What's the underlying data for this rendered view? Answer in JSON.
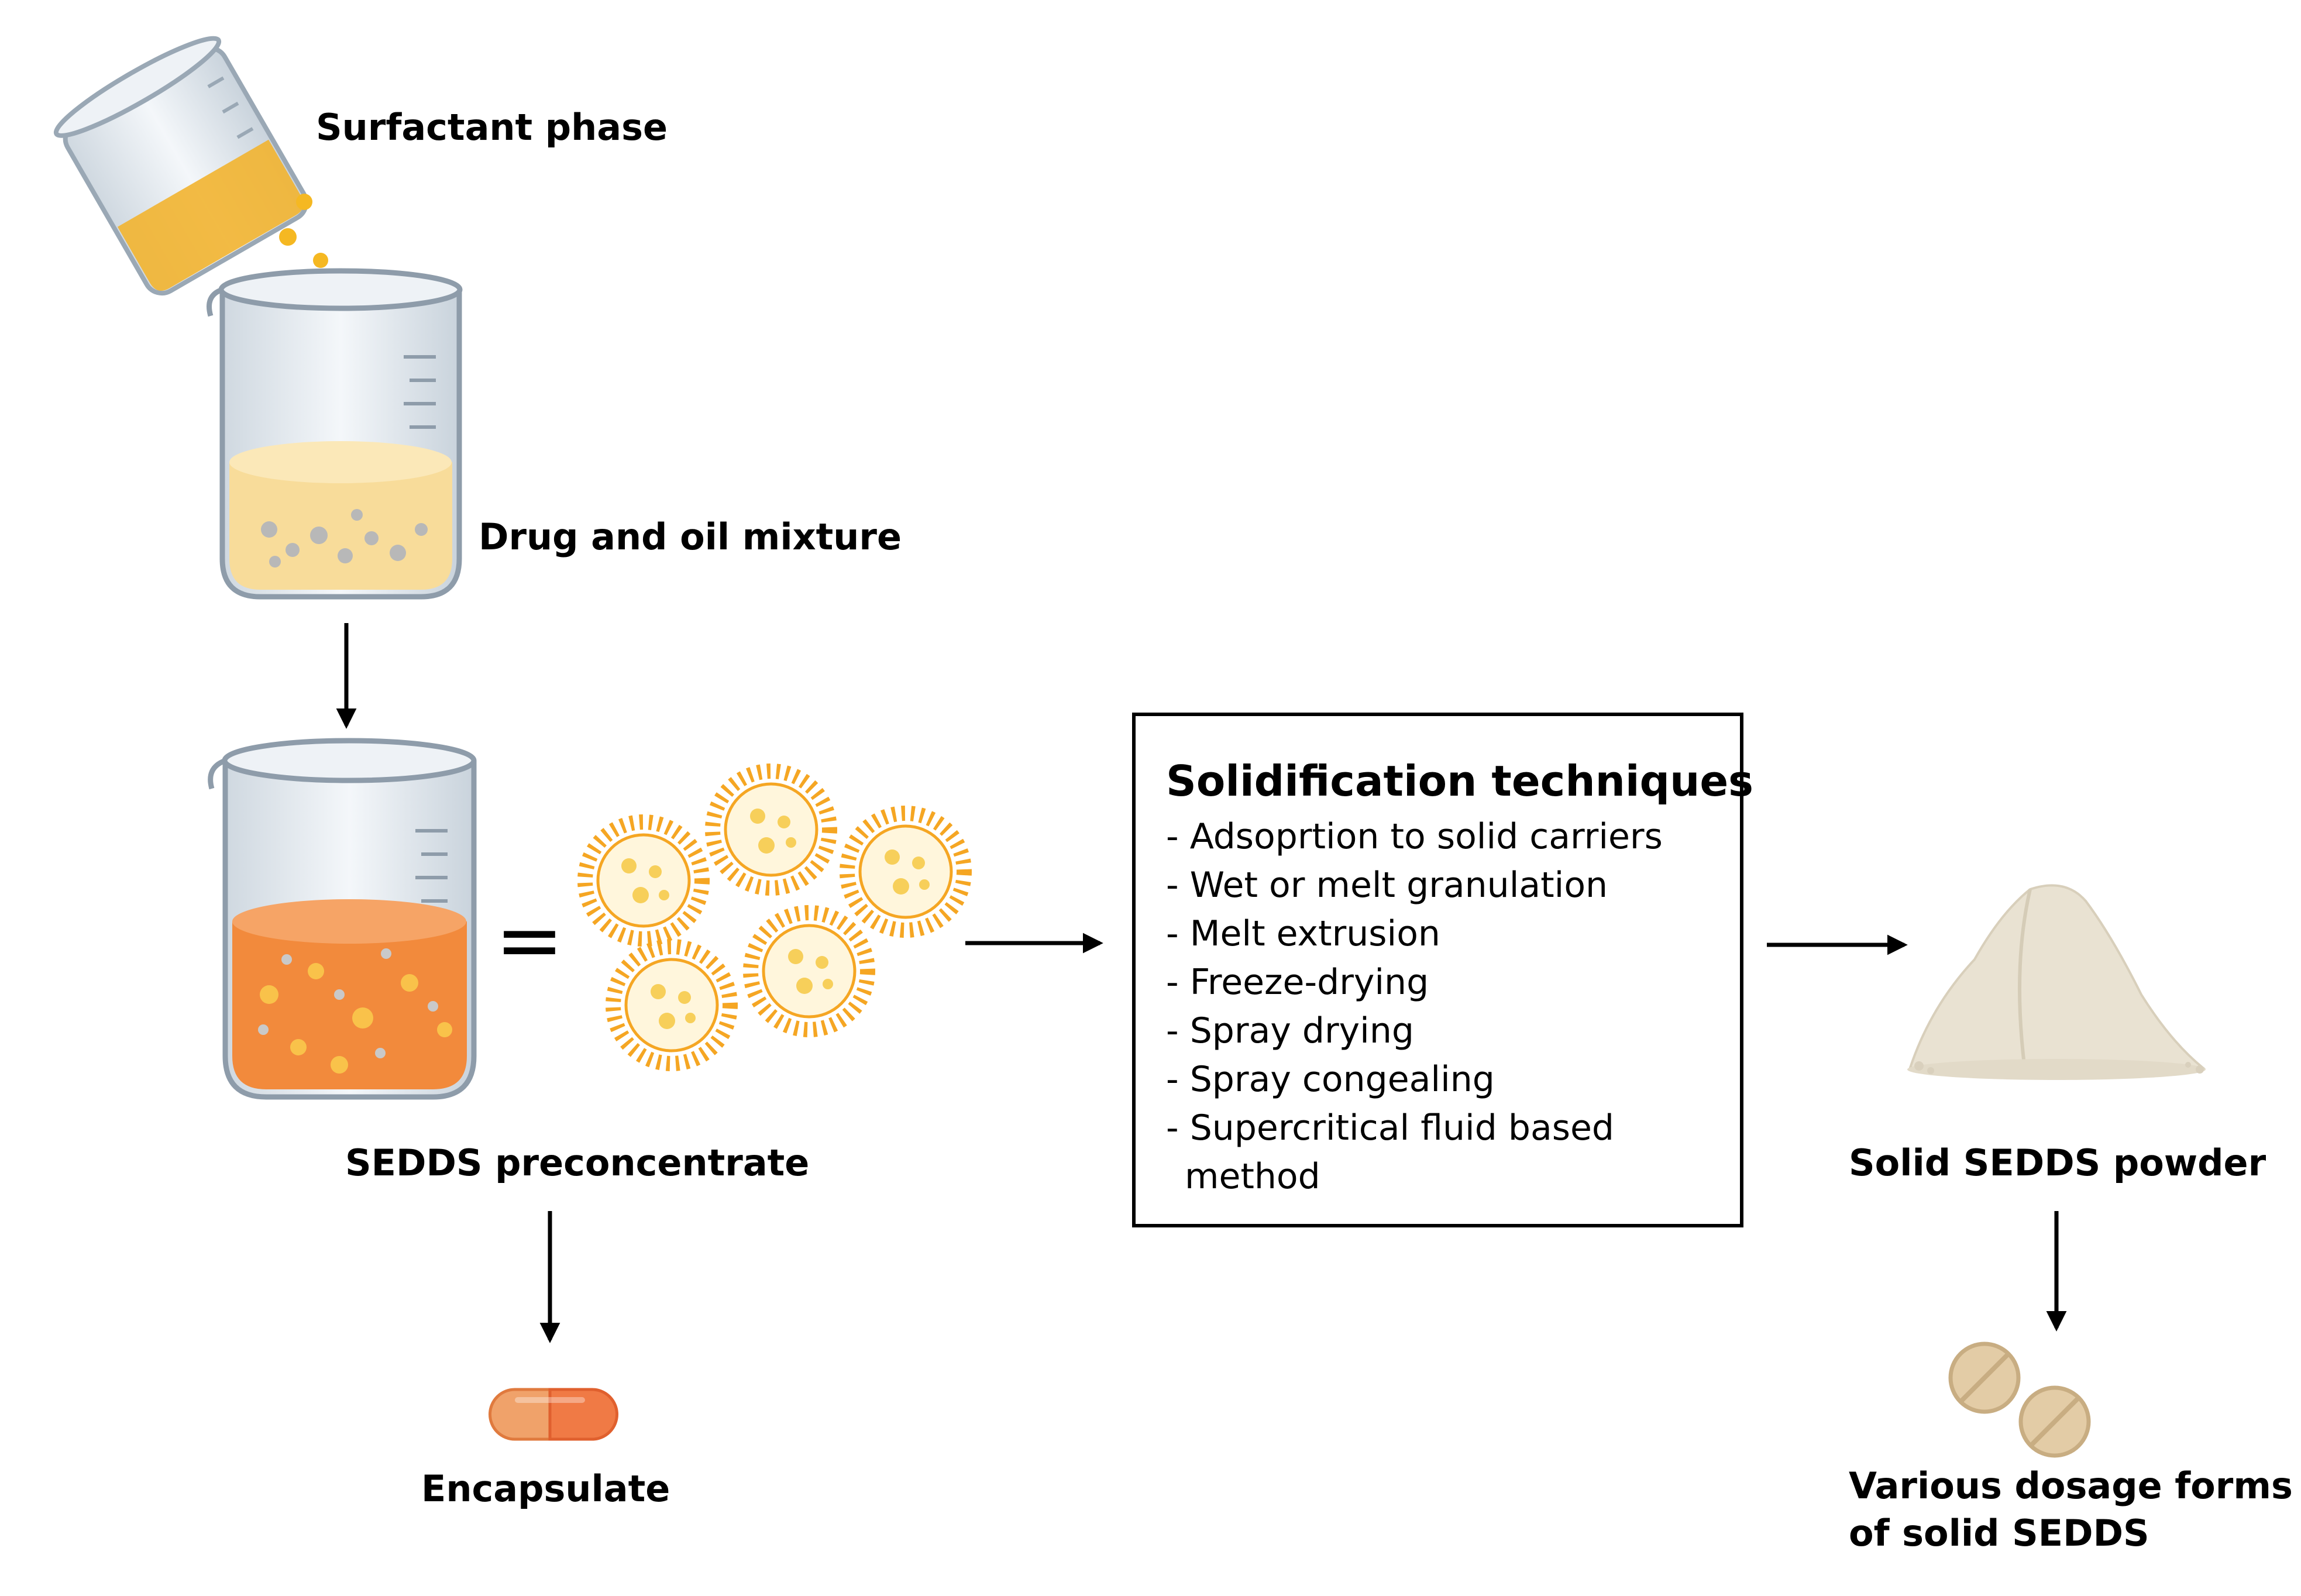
{
  "labels": {
    "surfactant_phase": "Surfactant phase",
    "drug_oil_mixture": "Drug and oil mixture",
    "sedds_preconcentrate": "SEDDS preconcentrate",
    "encapsulate": "Encapsulate",
    "solid_sedds_powder": "Solid SEDDS powder",
    "dosage_forms_line1": "Various dosage forms",
    "dosage_forms_line2": "of solid SEDDS"
  },
  "equals_sign": "=",
  "solidification_box": {
    "title": "Solidification techniques",
    "items": [
      "- Adsoprtion to solid carriers",
      "- Wet or melt granulation",
      "- Melt extrusion",
      "- Freeze-drying",
      "- Spray drying",
      "- Spray congealing",
      "- Supercritical fluid based method"
    ]
  },
  "colors": {
    "surfactant_liquid": "#F2B430",
    "oil_mixture": "#F8DC9A",
    "preconcentrate": "#F28A3C",
    "micelle_head": "#F5A623",
    "powder": "#E9E2D2",
    "tablet": "#E3CCA6",
    "capsule_left": "#F0A26A",
    "capsule_right": "#F07A45",
    "glass": "#E6ECF1"
  }
}
